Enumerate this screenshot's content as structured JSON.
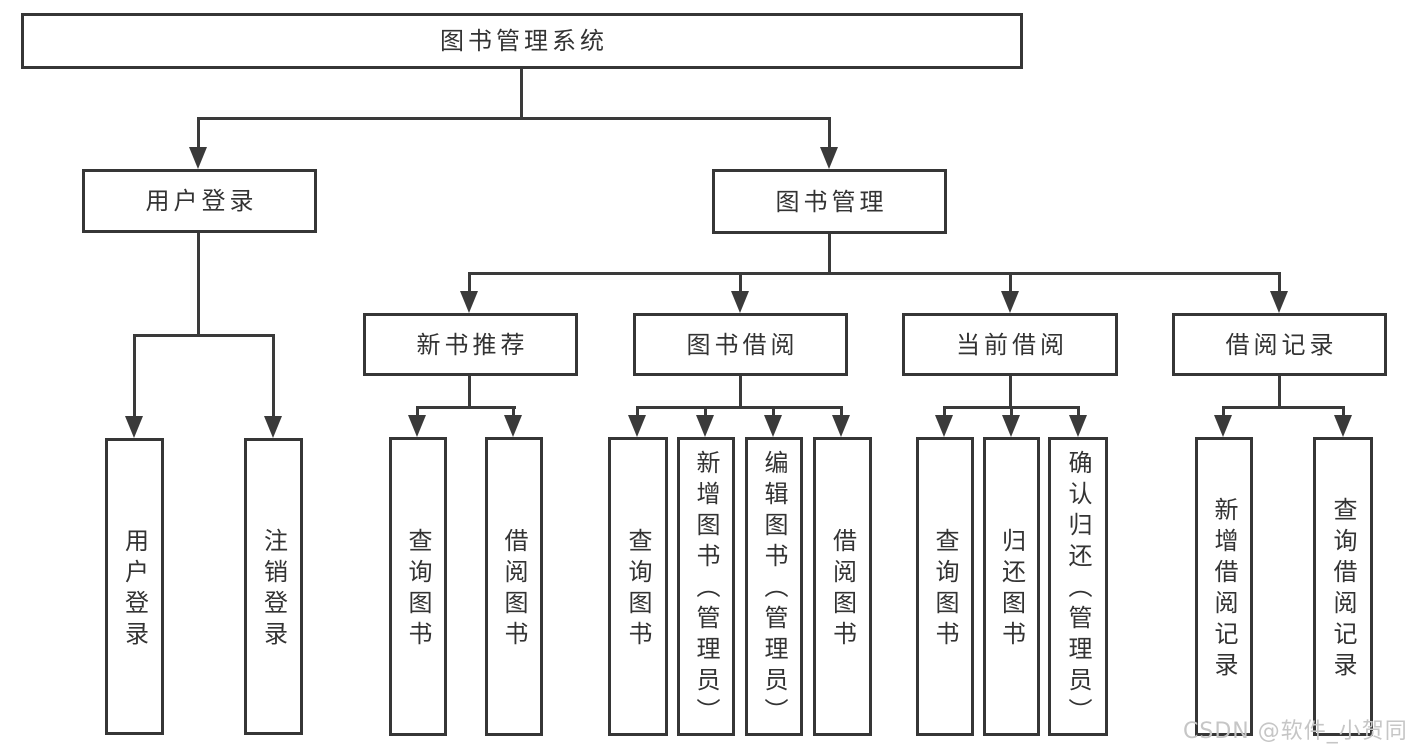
{
  "diagram": {
    "title": "图书管理系统",
    "branches": [
      {
        "label": "用户登录",
        "children": [
          {
            "label": "用户登录"
          },
          {
            "label": "注销登录"
          }
        ]
      },
      {
        "label": "图书管理",
        "children": [
          {
            "label": "新书推荐",
            "children": [
              {
                "label": "查询图书"
              },
              {
                "label": "借阅图书"
              }
            ]
          },
          {
            "label": "图书借阅",
            "children": [
              {
                "label": "查询图书"
              },
              {
                "label": "新增图书（管理员）"
              },
              {
                "label": "编辑图书（管理员）"
              },
              {
                "label": "借阅图书"
              }
            ]
          },
          {
            "label": "当前借阅",
            "children": [
              {
                "label": "查询图书"
              },
              {
                "label": "归还图书"
              },
              {
                "label": "确认归还（管理员）"
              }
            ]
          },
          {
            "label": "借阅记录",
            "children": [
              {
                "label": "新增借阅记录"
              },
              {
                "label": "查询借阅记录"
              }
            ]
          }
        ]
      }
    ]
  },
  "watermark": {
    "text": "CSDN @软件_小贺同学"
  },
  "colors": {
    "line": "#3a3a3a",
    "border": "#363636",
    "text": "#333333",
    "watermark": "#c6c6c6",
    "background": "#ffffff"
  }
}
